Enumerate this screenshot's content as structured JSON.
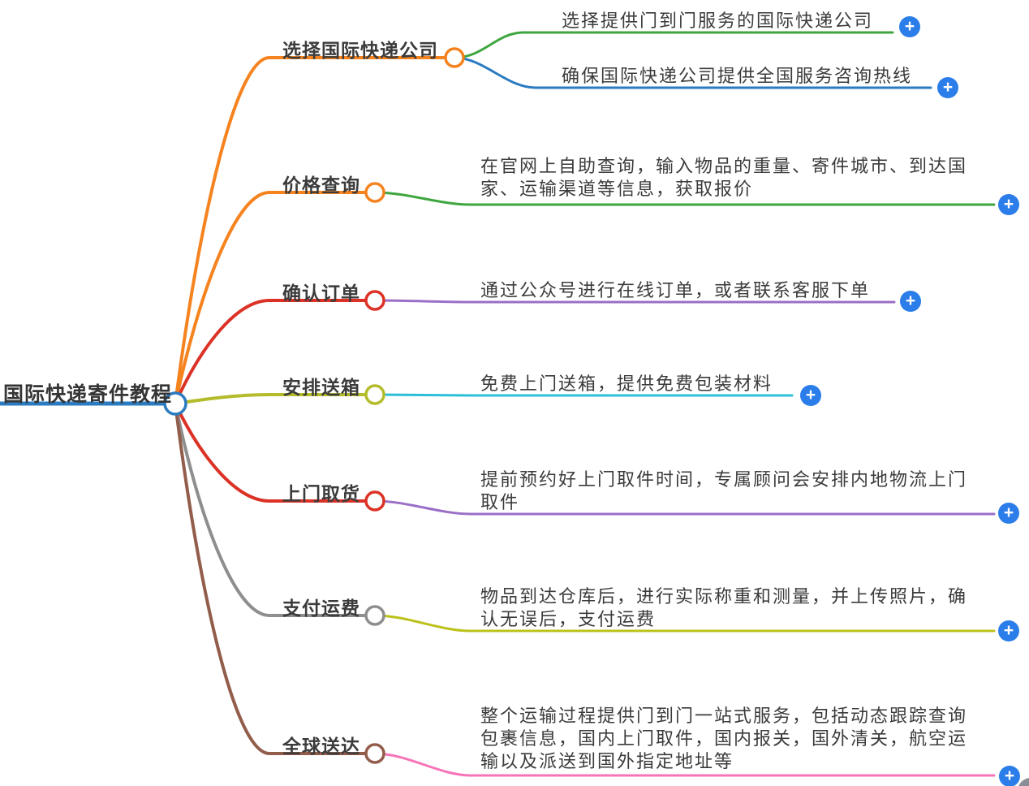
{
  "root": {
    "label": "国际快递寄件教程",
    "color": "#2a7bc0"
  },
  "branches": [
    {
      "label": "选择国际快递公司",
      "color": "#f5831f",
      "children": [
        {
          "text": "选择提供门到门服务的国际快递公司",
          "color": "#3ea63e"
        },
        {
          "text": "确保国际快递公司提供全国服务咨询热线",
          "color": "#2a7bc0"
        }
      ]
    },
    {
      "label": "价格查询",
      "color": "#f5831f",
      "children": [
        {
          "text": "在官网上自助查询，输入物品的重量、寄件城市、到达国家、运输渠道等信息，获取报价",
          "color": "#3ea63e"
        }
      ]
    },
    {
      "label": "确认订单",
      "color": "#dc3226",
      "children": [
        {
          "text": "通过公众号进行在线订单，或者联系客服下单",
          "color": "#9a6fc8"
        }
      ]
    },
    {
      "label": "安排送箱",
      "color": "#b4bc2b",
      "children": [
        {
          "text": "免费上门送箱，提供免费包装材料",
          "color": "#2cbfd8"
        }
      ]
    },
    {
      "label": "上门取货",
      "color": "#dc3226",
      "children": [
        {
          "text": "提前预约好上门取件时间，专属顾问会安排内地物流上门取件",
          "color": "#9a6fc8"
        }
      ]
    },
    {
      "label": "支付运费",
      "color": "#8e8e8e",
      "children": [
        {
          "text": "物品到达仓库后，进行实际称重和测量，并上传照片，确认无误后，支付运费",
          "color": "#bdc11b"
        }
      ]
    },
    {
      "label": "全球送达",
      "color": "#925d4b",
      "children": [
        {
          "text": "整个运输过程提供门到门一站式服务，包括动态跟踪查询包裹信息，国内上门取件，国内报关，国外清关，航空运输以及派送到国外指定地址等",
          "color": "#f673b8"
        }
      ]
    }
  ],
  "icons": {
    "plus_glyph": "+",
    "plus_button_color": "#2b7de9"
  }
}
